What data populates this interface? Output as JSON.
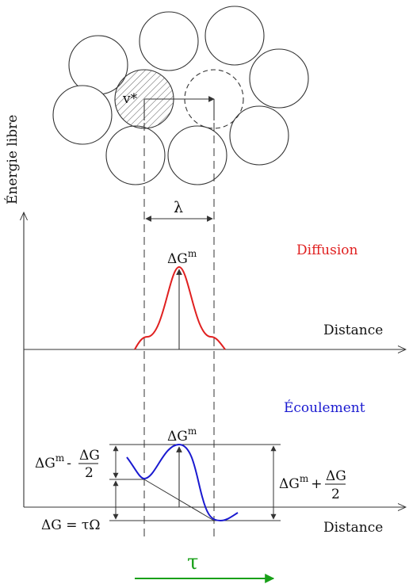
{
  "labels": {
    "y_axis": "Énergie libre",
    "vacancy": "v*",
    "lambda": "λ",
    "diffusion": "Diffusion",
    "distance_top": "Distance",
    "dgm_top_base": "ΔG",
    "dgm_top_sup": "m",
    "ecoulement": "Écoulement",
    "dgm_bottom_base": "ΔG",
    "dgm_bottom_sup": "m",
    "left_base": "ΔG",
    "left_sup": "m",
    "left_op": "-",
    "left_num": "ΔG",
    "left_den": "2",
    "right_base": "ΔG",
    "right_sup": "m",
    "right_op": "+",
    "right_num": "ΔG",
    "right_den": "2",
    "dg_eq": "ΔG = τΩ",
    "distance_bottom": "Distance",
    "tau": "τ"
  },
  "colors": {
    "line": "#333333",
    "diffusion": "#e02020",
    "ecoulement": "#1a1ad0",
    "tau": "#18a018",
    "hatch": "#555555"
  }
}
